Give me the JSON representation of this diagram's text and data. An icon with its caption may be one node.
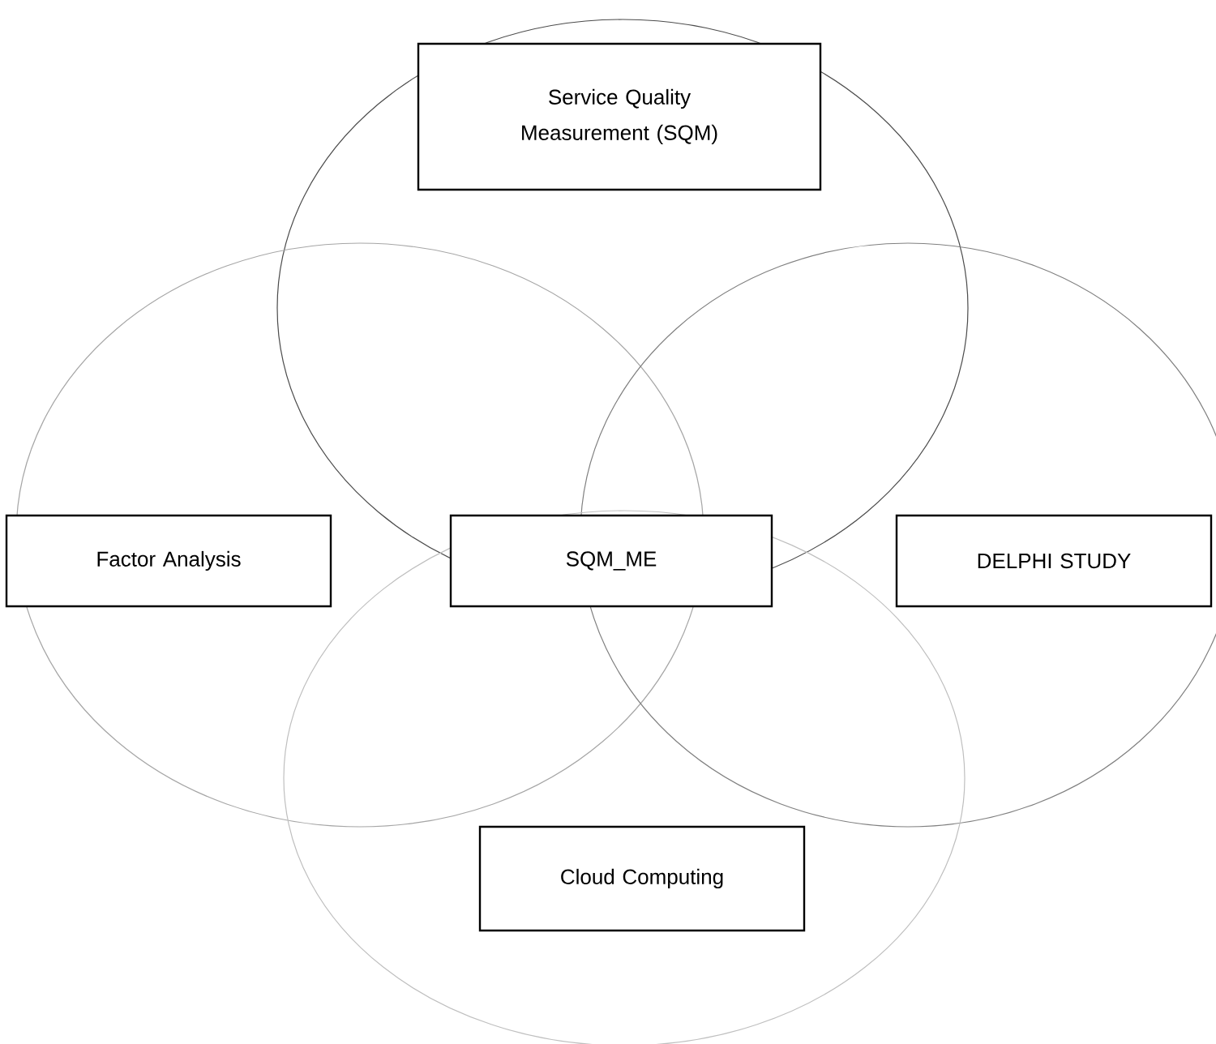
{
  "diagram": {
    "nodes": [
      {
        "text": [
          "Service Quality Measurement (SQM)"
        ]
      },
      {
        "text": [
          "Factor Analysis"
        ]
      },
      {
        "text": [
          "SQM_ME"
        ]
      },
      {
        "text": [
          "DELPHI STUDY"
        ]
      },
      {
        "text": [
          "Cloud Computing"
        ]
      }
    ]
  }
}
